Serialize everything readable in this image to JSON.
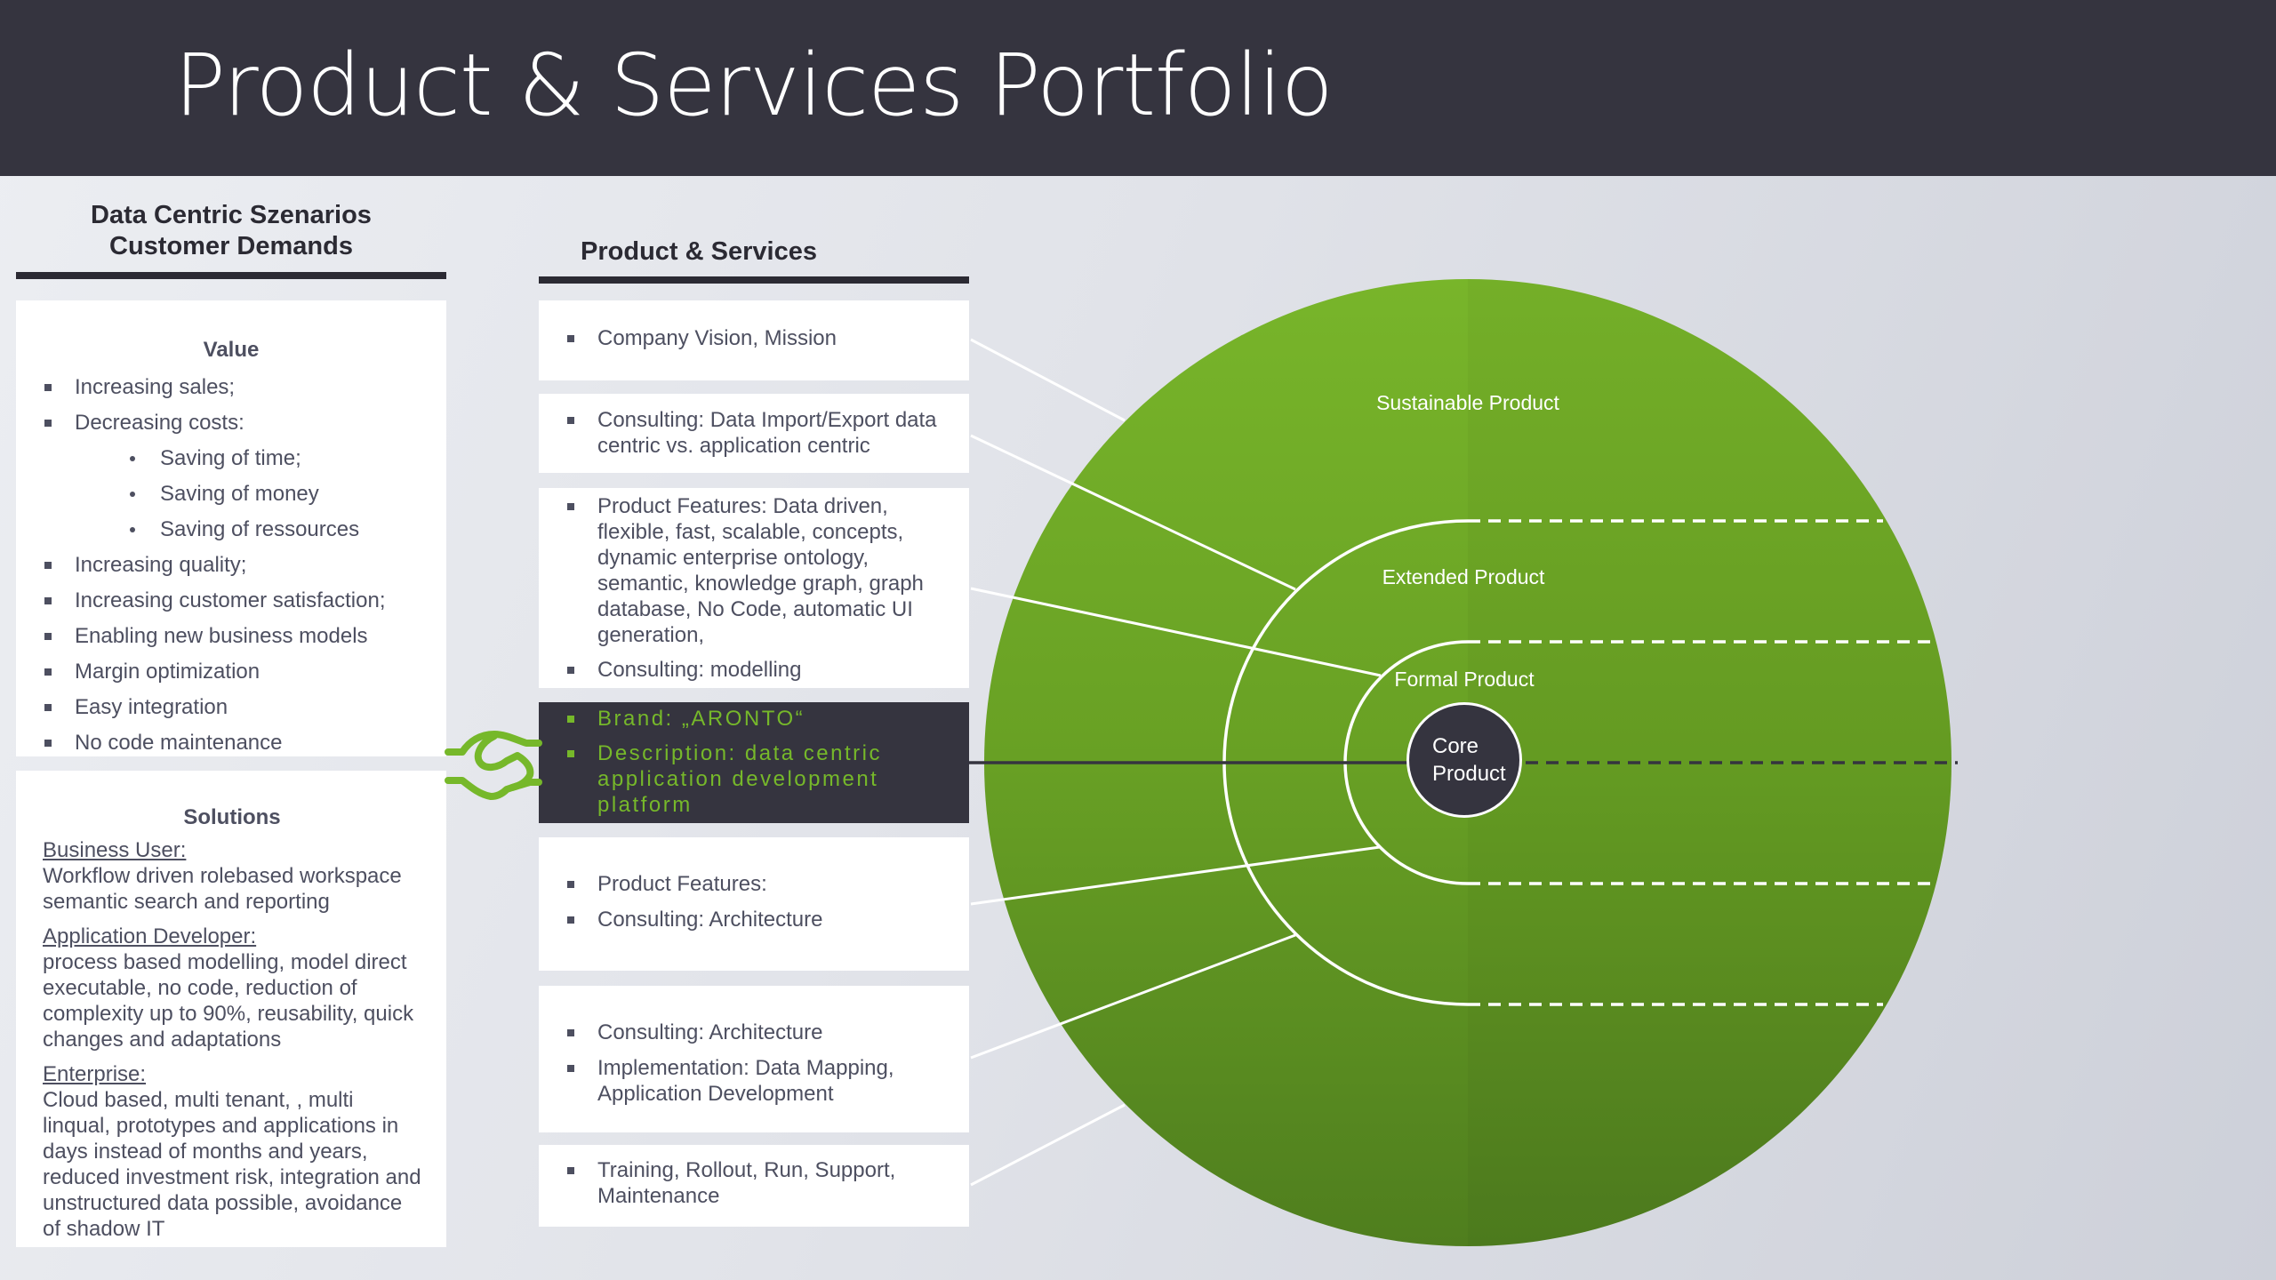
{
  "header": {
    "title": "Product & Services Portfolio"
  },
  "left_column": {
    "heading_line1": "Data Centric Szenarios",
    "heading_line2": "Customer Demands",
    "value_box": {
      "title": "Value",
      "items": [
        "Increasing sales;",
        "Decreasing costs:"
      ],
      "sub_items": [
        "Saving of time;",
        "Saving of money",
        "Saving of ressources"
      ],
      "items_after": [
        "Increasing quality;",
        "Increasing customer satisfaction;",
        "Enabling new business models",
        "Margin optimization",
        "Easy integration",
        "No code maintenance"
      ]
    },
    "solutions_box": {
      "title": "Solutions",
      "sections": [
        {
          "label": "Business User:",
          "text": "Workflow driven rolebased workspace semantic search and reporting"
        },
        {
          "label": "Application Developer:",
          "text": "process based modelling, model direct executable, no code, reduction of complexity up to 90%, reusability, quick changes and adaptations"
        },
        {
          "label": "Enterprise:",
          "text": "Cloud based, multi tenant, , multi linqual, prototypes and applications in days instead of months and years, reduced investment risk, integration and unstructured data possible, avoidance of shadow IT"
        }
      ]
    }
  },
  "middle_column": {
    "heading": "Product & Services",
    "boxes": [
      {
        "items": [
          "Company Vision, Mission"
        ]
      },
      {
        "items": [
          "Consulting: Data Import/Export data centric vs. application centric"
        ]
      },
      {
        "items": [
          "Product Features: Data driven, flexible, fast,  scalable, concepts, dynamic enterprise ontology, semantic,  knowledge graph, graph database, No Code, automatic UI generation,",
          "Consulting: modelling"
        ]
      },
      {
        "items": [
          "Brand: „ARONTO“",
          "Description: data centric application development platform"
        ]
      },
      {
        "items": [
          "Product Features:",
          "Consulting: Architecture"
        ]
      },
      {
        "items": [
          "Consulting: Architecture",
          "Implementation: Data Mapping, Application Development"
        ]
      },
      {
        "items": [
          "Training, Rollout, Run, Support, Maintenance"
        ]
      }
    ]
  },
  "diagram": {
    "rings": [
      {
        "label": "Sustainable Product"
      },
      {
        "label": "Extended Product"
      },
      {
        "label": "Formal Product"
      },
      {
        "label": "Core Product"
      }
    ],
    "core_line1": "Core",
    "core_line2": "Product"
  },
  "icons": {
    "handshake": "handshake-icon"
  },
  "colors": {
    "header_bg": "#35343f",
    "accent_green": "#76b82a",
    "circle_green_top": "#78b52a",
    "circle_green_bottom": "#4f7e1e",
    "text_gray": "#4d4f60"
  }
}
